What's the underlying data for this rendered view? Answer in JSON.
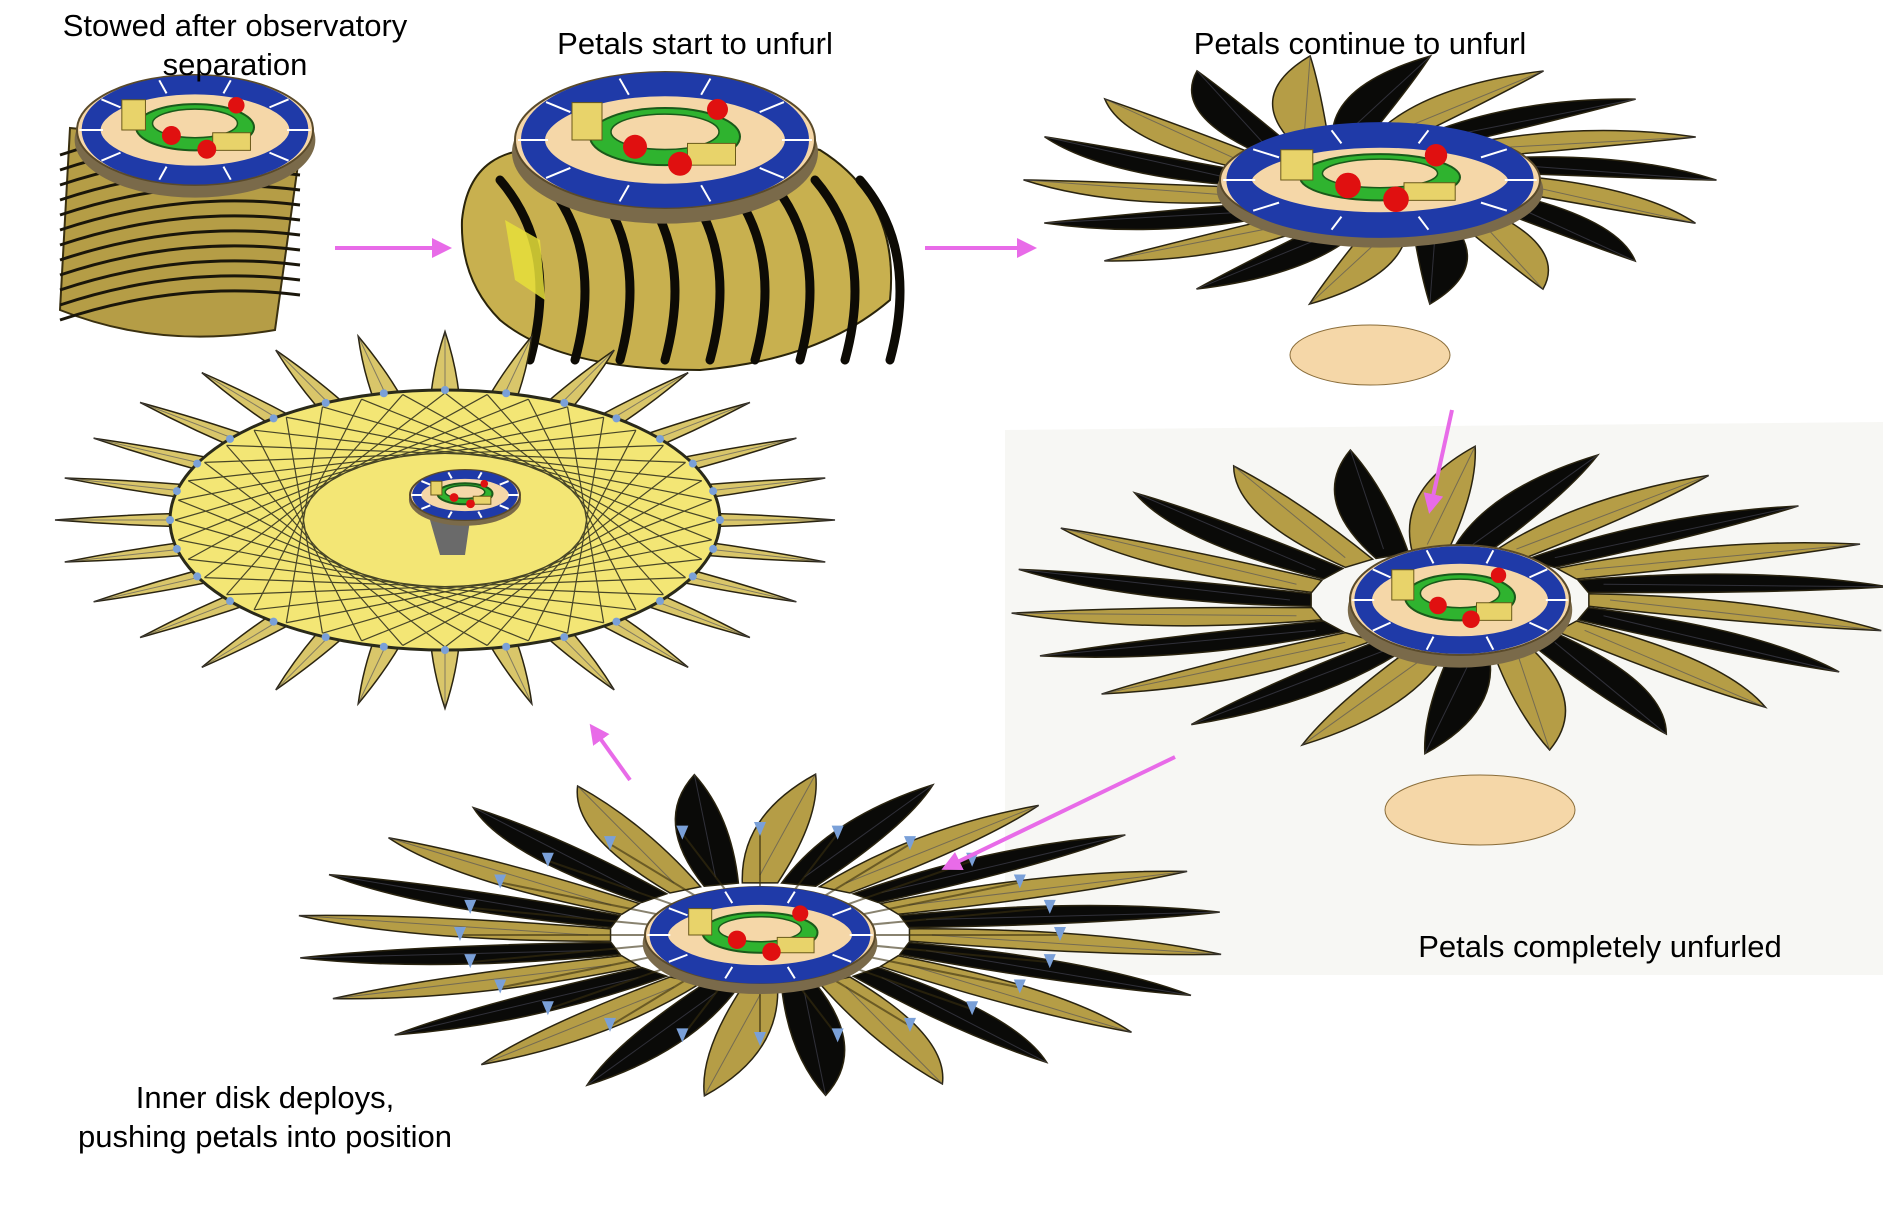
{
  "captions": {
    "stage1": [
      "Stowed after observatory",
      "separation"
    ],
    "stage2": "Petals start to unfurl",
    "stage3": "Petals continue to unfurl",
    "stage4": "Petals completely unfurled",
    "stage5": [
      "Inner disk deploys,",
      "pushing petals into position"
    ]
  },
  "colors": {
    "petal": "#b59d46",
    "petal_light": "#d9c66a",
    "petal_dark": "#0a0a08",
    "disk_yellow": "#f3e675",
    "hub_beige": "#f5d7a8",
    "solar_blue": "#1f3aa8",
    "ring_green": "#2fb32f",
    "tank_red": "#e01010",
    "box_yellow": "#e8d36a",
    "arrow": "#e86be8",
    "hinge_blue": "#7aa0d8"
  }
}
